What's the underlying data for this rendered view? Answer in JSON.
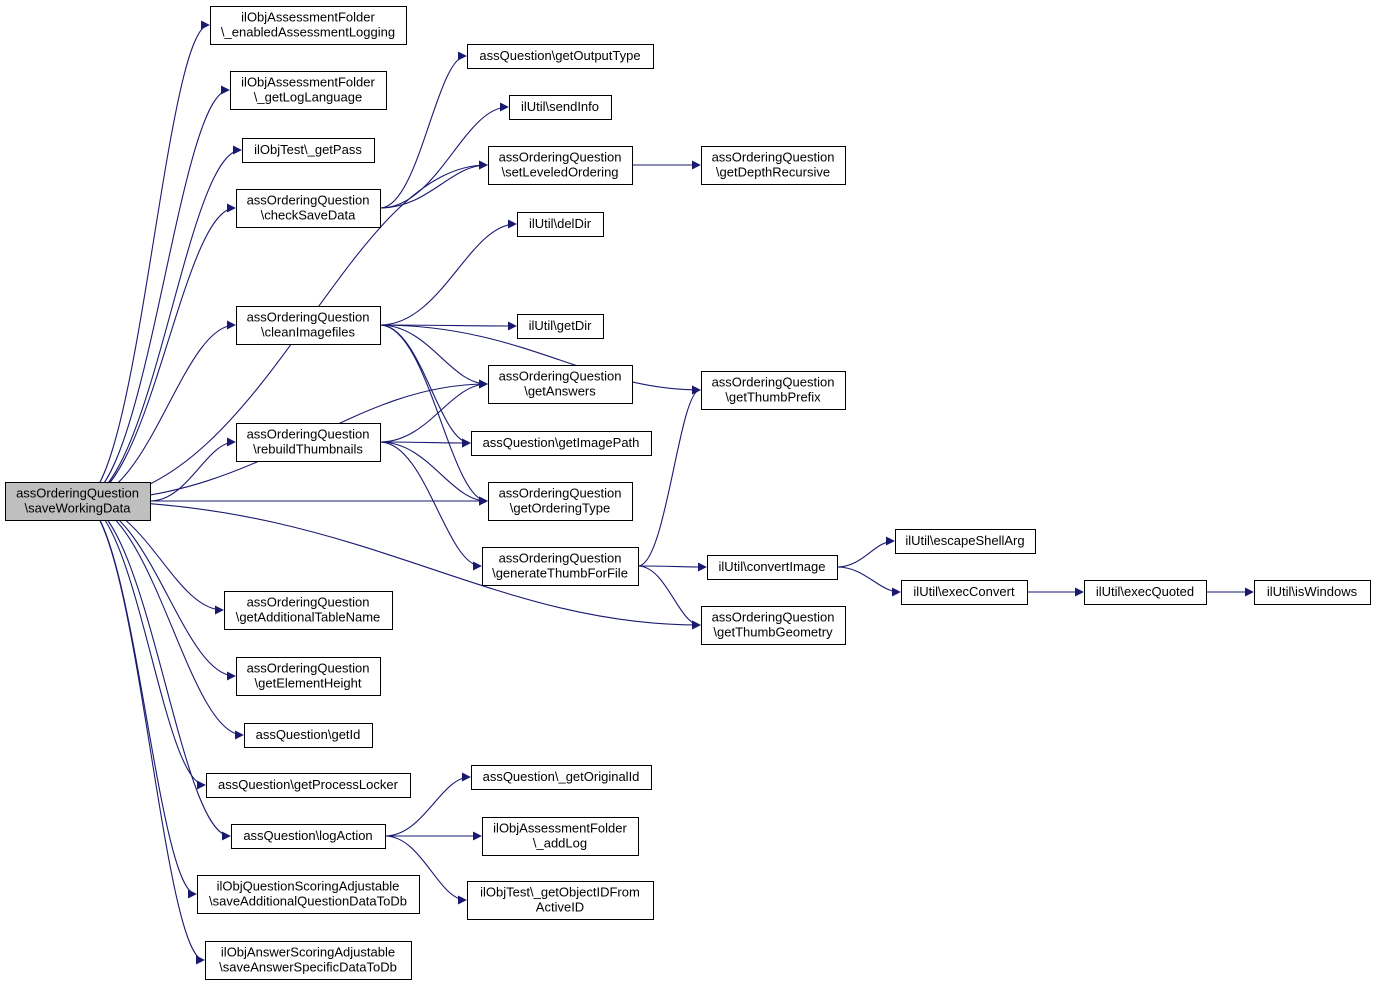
{
  "graph": {
    "nodes": [
      {
        "id": "root",
        "lines": [
          "assOrderingQuestion",
          "\\saveWorkingData"
        ],
        "root": true
      },
      {
        "id": "n1",
        "lines": [
          "ilObjAssessmentFolder",
          "\\_enabledAssessmentLogging"
        ]
      },
      {
        "id": "n2",
        "lines": [
          "ilObjAssessmentFolder",
          "\\_getLogLanguage"
        ]
      },
      {
        "id": "n3",
        "lines": [
          "ilObjTest\\_getPass"
        ]
      },
      {
        "id": "n4",
        "lines": [
          "assOrderingQuestion",
          "\\checkSaveData"
        ]
      },
      {
        "id": "n5",
        "lines": [
          "assOrderingQuestion",
          "\\cleanImagefiles"
        ]
      },
      {
        "id": "n6",
        "lines": [
          "assOrderingQuestion",
          "\\rebuildThumbnails"
        ]
      },
      {
        "id": "n7",
        "lines": [
          "assOrderingQuestion",
          "\\getAdditionalTableName"
        ]
      },
      {
        "id": "n8",
        "lines": [
          "assOrderingQuestion",
          "\\getElementHeight"
        ]
      },
      {
        "id": "n9",
        "lines": [
          "assQuestion\\getId"
        ]
      },
      {
        "id": "n10",
        "lines": [
          "assQuestion\\getProcessLocker"
        ]
      },
      {
        "id": "n11",
        "lines": [
          "assQuestion\\logAction"
        ]
      },
      {
        "id": "n12",
        "lines": [
          "ilObjQuestionScoringAdjustable",
          "\\saveAdditionalQuestionDataToDb"
        ]
      },
      {
        "id": "n13",
        "lines": [
          "ilObjAnswerScoringAdjustable",
          "\\saveAnswerSpecificDataToDb"
        ]
      },
      {
        "id": "n14",
        "lines": [
          "assQuestion\\getOutputType"
        ]
      },
      {
        "id": "n15",
        "lines": [
          "ilUtil\\sendInfo"
        ]
      },
      {
        "id": "n16",
        "lines": [
          "assOrderingQuestion",
          "\\setLeveledOrdering"
        ]
      },
      {
        "id": "n17",
        "lines": [
          "ilUtil\\delDir"
        ]
      },
      {
        "id": "n18",
        "lines": [
          "ilUtil\\getDir"
        ]
      },
      {
        "id": "n19",
        "lines": [
          "assOrderingQuestion",
          "\\getAnswers"
        ]
      },
      {
        "id": "n20",
        "lines": [
          "assQuestion\\getImagePath"
        ]
      },
      {
        "id": "n21",
        "lines": [
          "assOrderingQuestion",
          "\\getOrderingType"
        ]
      },
      {
        "id": "n22",
        "lines": [
          "assOrderingQuestion",
          "\\generateThumbForFile"
        ]
      },
      {
        "id": "n23",
        "lines": [
          "assQuestion\\_getOriginalId"
        ]
      },
      {
        "id": "n24",
        "lines": [
          "ilObjAssessmentFolder",
          "\\_addLog"
        ]
      },
      {
        "id": "n25",
        "lines": [
          "ilObjTest\\_getObjectIDFrom",
          "ActiveID"
        ]
      },
      {
        "id": "n26",
        "lines": [
          "assOrderingQuestion",
          "\\getDepthRecursive"
        ]
      },
      {
        "id": "n27",
        "lines": [
          "assOrderingQuestion",
          "\\getThumbPrefix"
        ]
      },
      {
        "id": "n28",
        "lines": [
          "ilUtil\\convertImage"
        ]
      },
      {
        "id": "n29",
        "lines": [
          "assOrderingQuestion",
          "\\getThumbGeometry"
        ]
      },
      {
        "id": "n30",
        "lines": [
          "ilUtil\\escapeShellArg"
        ]
      },
      {
        "id": "n31",
        "lines": [
          "ilUtil\\execConvert"
        ]
      },
      {
        "id": "n32",
        "lines": [
          "ilUtil\\execQuoted"
        ]
      },
      {
        "id": "n33",
        "lines": [
          "ilUtil\\isWindows"
        ]
      }
    ],
    "edges": [
      [
        "root",
        "n1"
      ],
      [
        "root",
        "n2"
      ],
      [
        "root",
        "n3"
      ],
      [
        "root",
        "n4"
      ],
      [
        "root",
        "n5"
      ],
      [
        "root",
        "n6"
      ],
      [
        "root",
        "n7"
      ],
      [
        "root",
        "n8"
      ],
      [
        "root",
        "n9"
      ],
      [
        "root",
        "n10"
      ],
      [
        "root",
        "n11"
      ],
      [
        "root",
        "n12"
      ],
      [
        "root",
        "n13"
      ],
      [
        "root",
        "n16"
      ],
      [
        "root",
        "n19"
      ],
      [
        "root",
        "n21"
      ],
      [
        "root",
        "n29"
      ],
      [
        "n4",
        "n14"
      ],
      [
        "n4",
        "n15"
      ],
      [
        "n4",
        "n16"
      ],
      [
        "n5",
        "n17"
      ],
      [
        "n5",
        "n18"
      ],
      [
        "n5",
        "n19"
      ],
      [
        "n5",
        "n20"
      ],
      [
        "n5",
        "n21"
      ],
      [
        "n5",
        "n27"
      ],
      [
        "n6",
        "n19"
      ],
      [
        "n6",
        "n20"
      ],
      [
        "n6",
        "n21"
      ],
      [
        "n6",
        "n22"
      ],
      [
        "n16",
        "n26"
      ],
      [
        "n22",
        "n27"
      ],
      [
        "n22",
        "n28"
      ],
      [
        "n22",
        "n29"
      ],
      [
        "n28",
        "n30"
      ],
      [
        "n28",
        "n31"
      ],
      [
        "n31",
        "n32"
      ],
      [
        "n32",
        "n33"
      ],
      [
        "n11",
        "n23"
      ],
      [
        "n11",
        "n24"
      ],
      [
        "n11",
        "n25"
      ]
    ]
  }
}
